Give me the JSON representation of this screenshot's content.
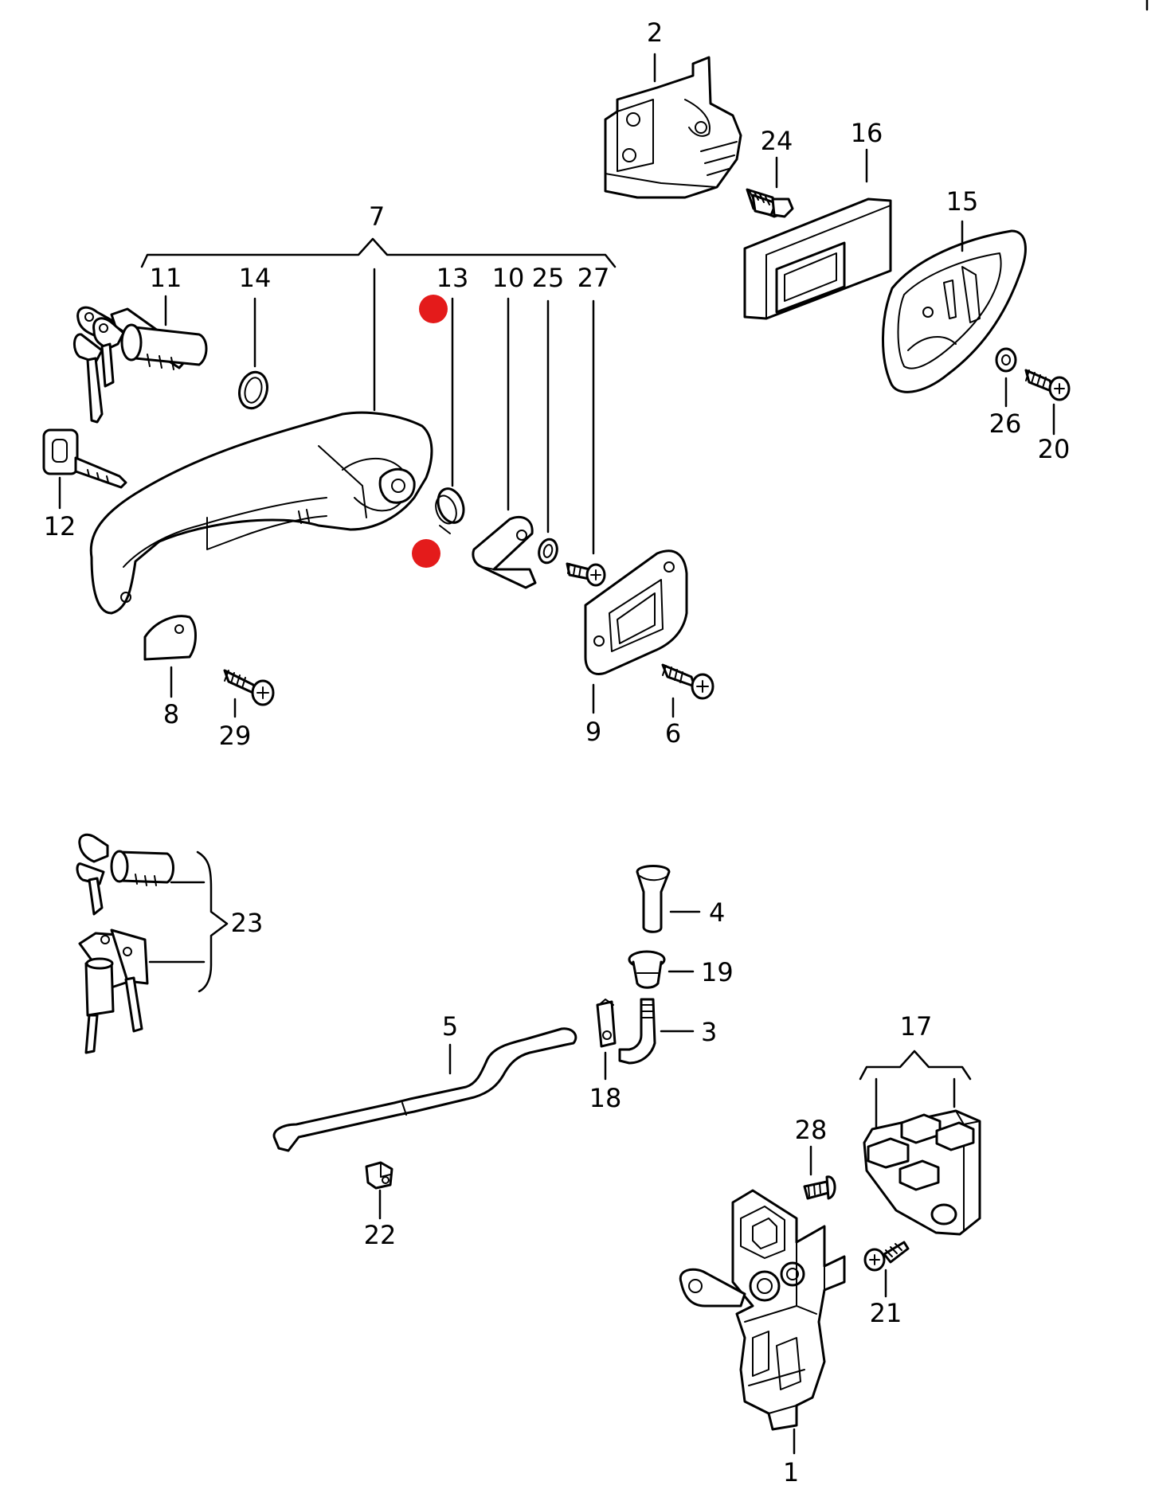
{
  "callouts": {
    "c1": "1",
    "c2": "2",
    "c3": "3",
    "c4": "4",
    "c5": "5",
    "c6": "6",
    "c7": "7",
    "c8": "8",
    "c9": "9",
    "c10": "10",
    "c11": "11",
    "c12": "12",
    "c13": "13",
    "c14": "14",
    "c15": "15",
    "c16": "16",
    "c17": "17",
    "c18": "18",
    "c19": "19",
    "c20": "20",
    "c21": "21",
    "c22": "22",
    "c23": "23",
    "c24": "24",
    "c25": "25",
    "c26": "26",
    "c27": "27",
    "c28": "28",
    "c29": "29"
  },
  "markers": {
    "color": "#e41b1b"
  }
}
